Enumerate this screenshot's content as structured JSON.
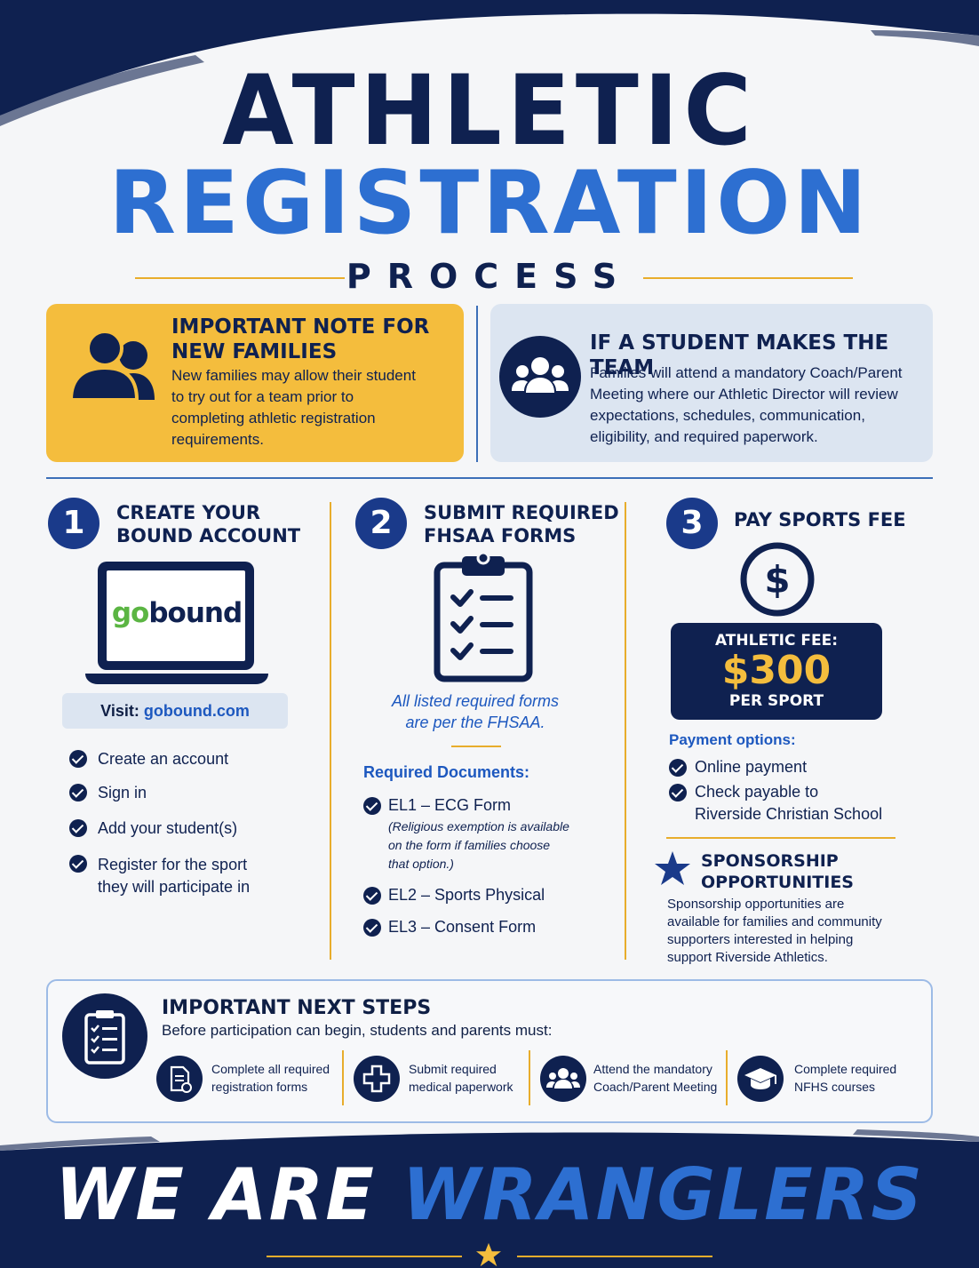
{
  "header": {
    "line1": "ATHLETIC",
    "line2": "REGISTRATION",
    "line3": "PROCESS"
  },
  "note_new_families": {
    "title_line1": "IMPORTANT NOTE FOR",
    "title_line2": "NEW FAMILIES",
    "body": [
      "New families may allow their student",
      "to try out for a team prior to",
      "completing athletic registration",
      "requirements."
    ],
    "icon": "two-people-icon"
  },
  "note_makes_team": {
    "title": "IF A STUDENT MAKES THE TEAM",
    "body": [
      "Families will attend a mandatory Coach/Parent",
      "Meeting where our Athletic Director will review",
      "expectations, schedules, communication,",
      "eligibility, and required paperwork."
    ],
    "icon": "group-icon"
  },
  "step1": {
    "number": "1",
    "title_line1": "CREATE YOUR",
    "title_line2": "BOUND ACCOUNT",
    "logo_go": "go",
    "logo_bound": "bound",
    "visit_label": "Visit:",
    "visit_url": "gobound.com",
    "items": [
      "Create an account",
      "Sign in",
      "Add your student(s)",
      "Register for the sport",
      "they will participate in"
    ]
  },
  "step2": {
    "number": "2",
    "title_line1": "SUBMIT REQUIRED",
    "title_line2": "FHSAA FORMS",
    "note_line1": "All listed required forms",
    "note_line2": "are per the FHSAA.",
    "docs_heading": "Required Documents:",
    "el1": "EL1 – ECG Form",
    "el1_note": [
      "(Religious exemption is available",
      "on the form if families choose",
      "that option.)"
    ],
    "el2": "EL2 – Sports Physical",
    "el3": "EL3 – Consent Form"
  },
  "step3": {
    "number": "3",
    "title": "PAY SPORTS FEE",
    "fee_label": "ATHLETIC FEE:",
    "fee_amount": "$300",
    "fee_unit": "PER SPORT",
    "payment_heading": "Payment options:",
    "payment1": "Online payment",
    "payment2_line1": "Check payable to",
    "payment2_line2": "Riverside Christian School",
    "sponsor_title_line1": "SPONSORSHIP",
    "sponsor_title_line2": "OPPORTUNITIES",
    "sponsor_body": [
      "Sponsorship opportunities are",
      "available for families and community",
      "supporters interested in helping",
      "support Riverside Athletics."
    ]
  },
  "next_steps": {
    "title": "IMPORTANT NEXT STEPS",
    "subtitle": "Before participation can begin, students and parents must:",
    "items": [
      {
        "line1": "Complete all required",
        "line2": "registration forms",
        "icon": "document-icon"
      },
      {
        "line1": "Submit required",
        "line2": "medical paperwork",
        "icon": "medical-cross-icon"
      },
      {
        "line1": "Attend the mandatory",
        "line2": "Coach/Parent Meeting",
        "icon": "group-icon"
      },
      {
        "line1": "Complete required",
        "line2": "NFHS courses",
        "icon": "graduation-cap-icon"
      }
    ]
  },
  "footer": {
    "we_are": "WE ARE",
    "wranglers": "WRANGLERS"
  },
  "colors": {
    "navy": "#0f2150",
    "blue": "#2d6fd1",
    "gold": "#f4bd3d",
    "light_blue": "#dce5f1",
    "logo_green": "#5bb543"
  }
}
